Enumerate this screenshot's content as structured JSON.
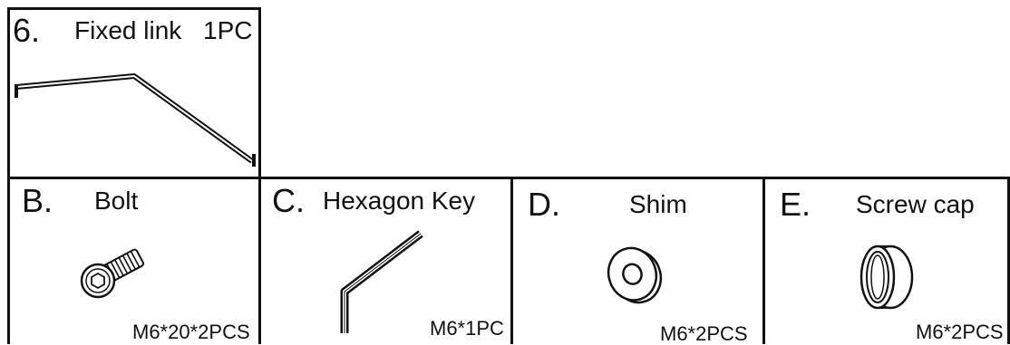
{
  "part_a": {
    "number": "6.",
    "name": "Fixed link",
    "quantity": "1PC"
  },
  "parts": [
    {
      "letter": "B.",
      "name": "Bolt",
      "spec": "M6*20*2PCS"
    },
    {
      "letter": "C.",
      "name": "Hexagon Key",
      "spec": "M6*1PC"
    },
    {
      "letter": "D.",
      "name": "Shim",
      "spec": "M6*2PCS"
    },
    {
      "letter": "E.",
      "name": "Screw cap",
      "spec": "M6*2PCS"
    }
  ]
}
